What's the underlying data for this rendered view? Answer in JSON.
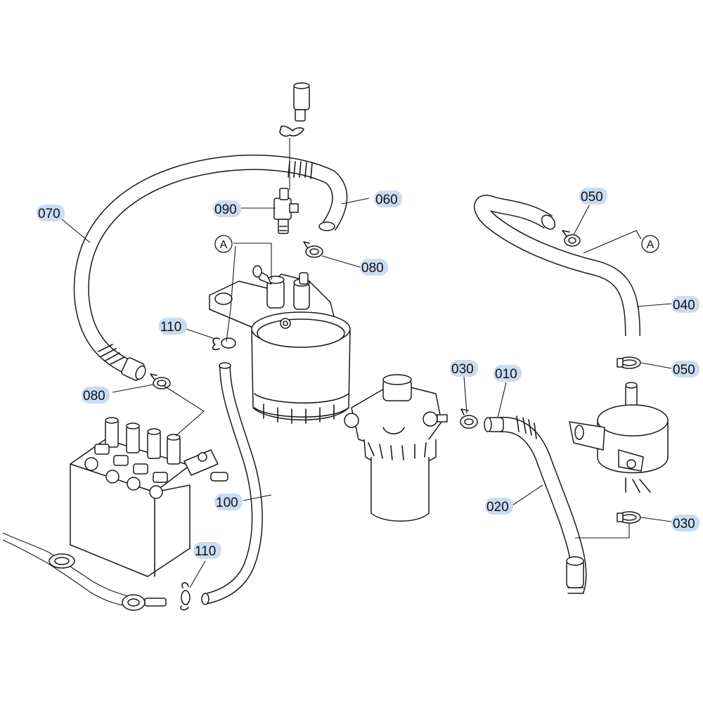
{
  "callouts": {
    "p010": "010",
    "p020": "020",
    "p030a": "030",
    "p030b": "030",
    "p040": "040",
    "p050a": "050",
    "p050b": "050",
    "p060": "060",
    "p070": "070",
    "p080a": "080",
    "p080b": "080",
    "p090": "090",
    "p100": "100",
    "p110a": "110",
    "p110b": "110"
  },
  "refs": {
    "left": "A",
    "right": "A"
  },
  "colors": {
    "highlight": "#c9dcf2",
    "line": "#1a1a1a",
    "background": "#ffffff"
  }
}
